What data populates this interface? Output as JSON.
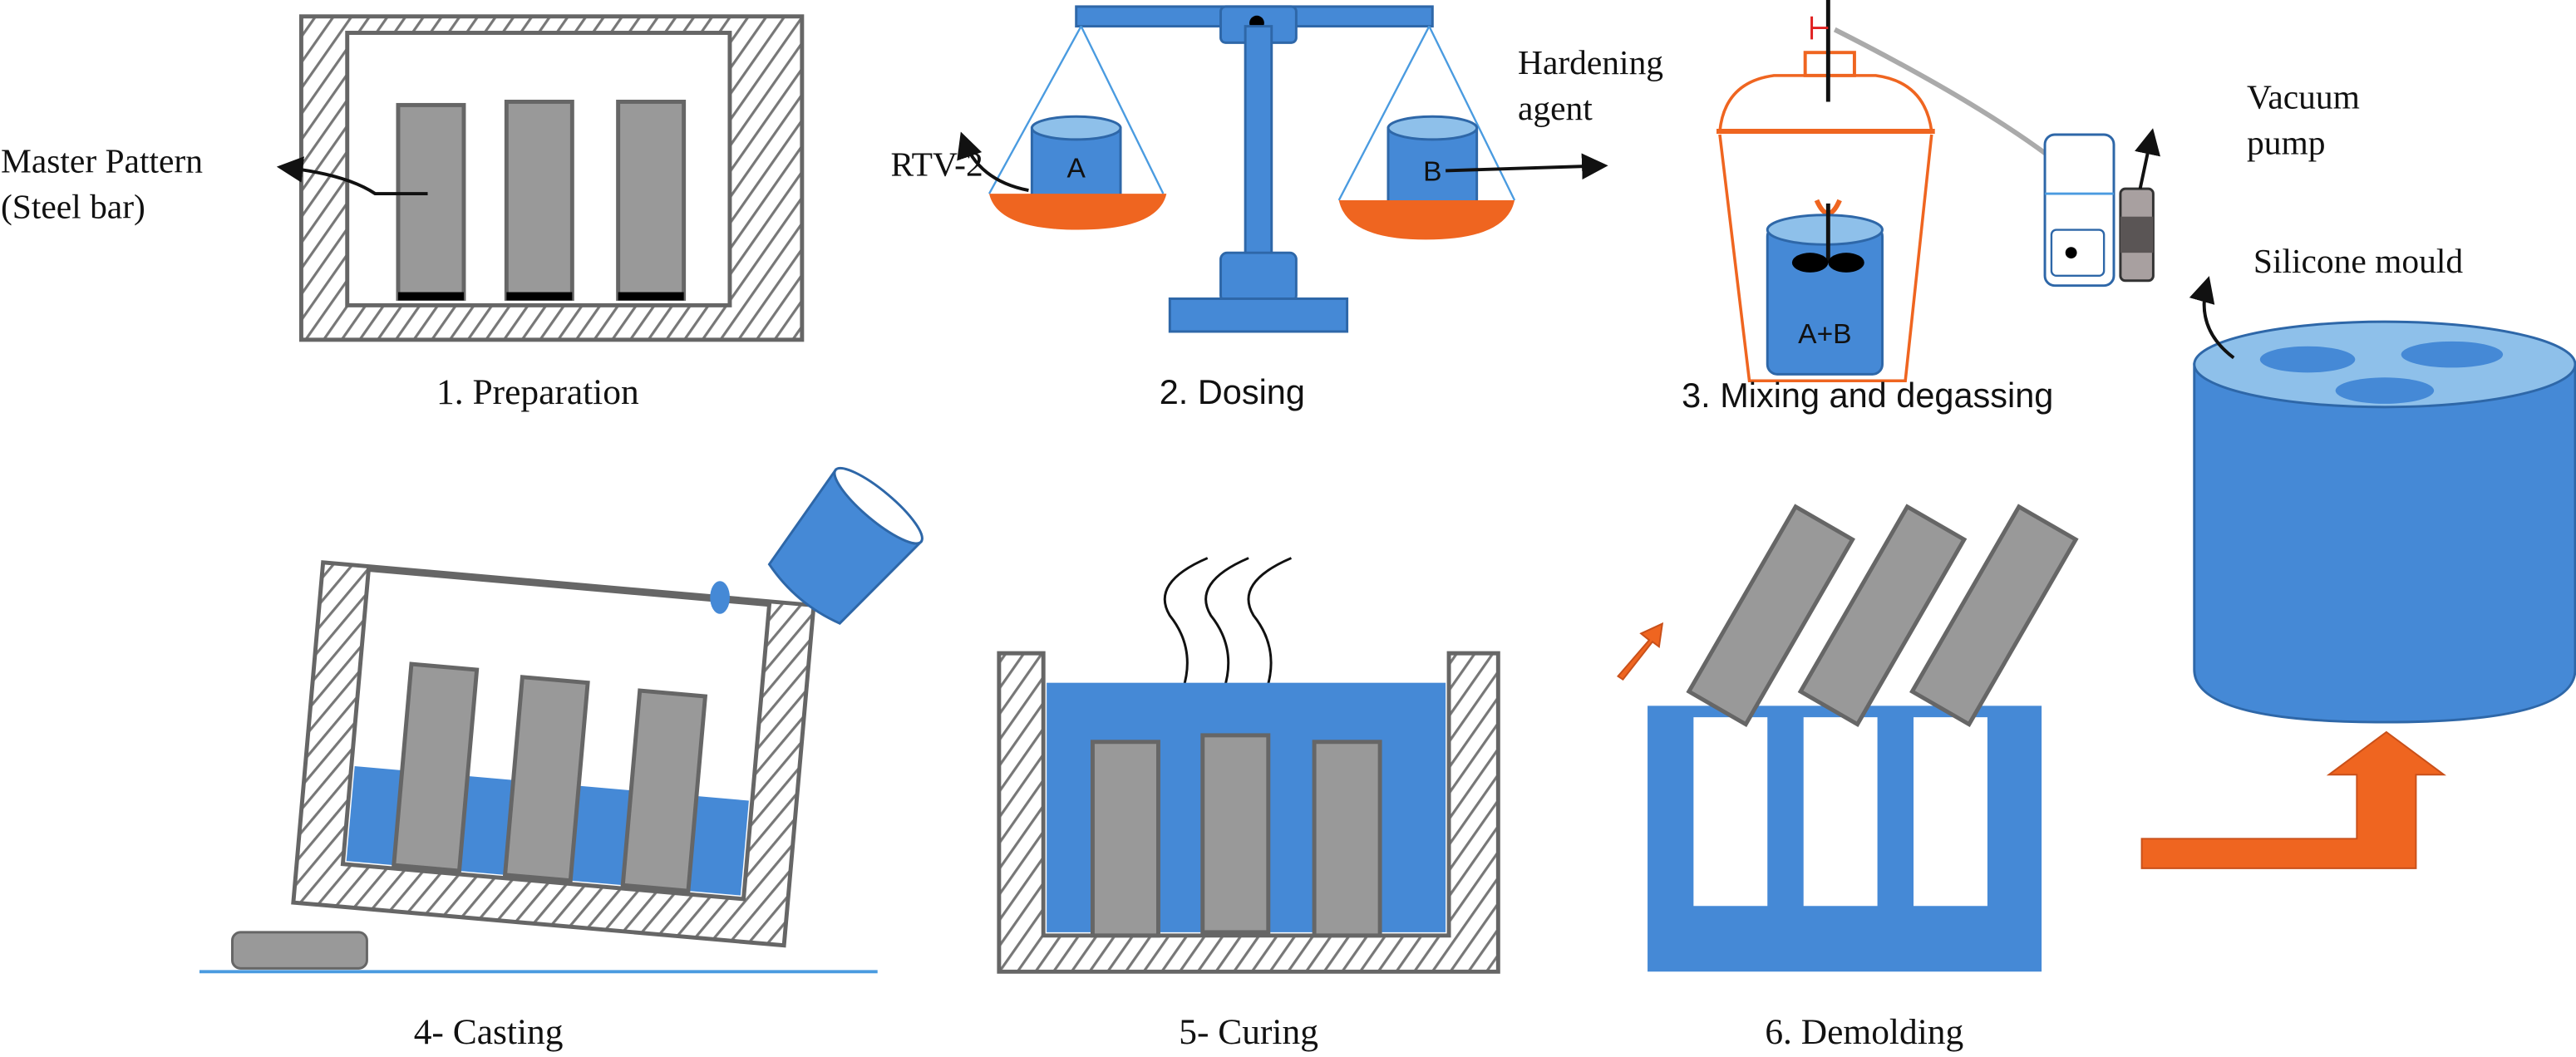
{
  "title": "Silicone mould fabrication process",
  "steps": [
    {
      "number": "1.",
      "label": "1. Preparation"
    },
    {
      "number": "2.",
      "label": "2. Dosing"
    },
    {
      "number": "3.",
      "label": "3. Mixing and degassing"
    },
    {
      "number": "4-",
      "label": "4- Casting"
    },
    {
      "number": "5-",
      "label": "5- Curing"
    },
    {
      "number": "6.",
      "label": "6. Demolding"
    }
  ],
  "annotations": {
    "master_pattern_line1": "Master Pattern",
    "master_pattern_line2": "(Steel bar)",
    "rtv": "RTV-2",
    "hardening_line1": "Hardening",
    "hardening_line2": "agent",
    "vacuum_line1": "Vacuum",
    "vacuum_line2": "pump",
    "silicone_mould": "Silicone mould",
    "container_a": "A",
    "container_b": "B",
    "container_mix": "A+B"
  },
  "colors": {
    "silicone_blue": "#4589d6",
    "silicone_top": "#8ec0ea",
    "steel_gray": "#999999",
    "accent_orange": "#ef6520",
    "wall_outline": "#666666"
  }
}
